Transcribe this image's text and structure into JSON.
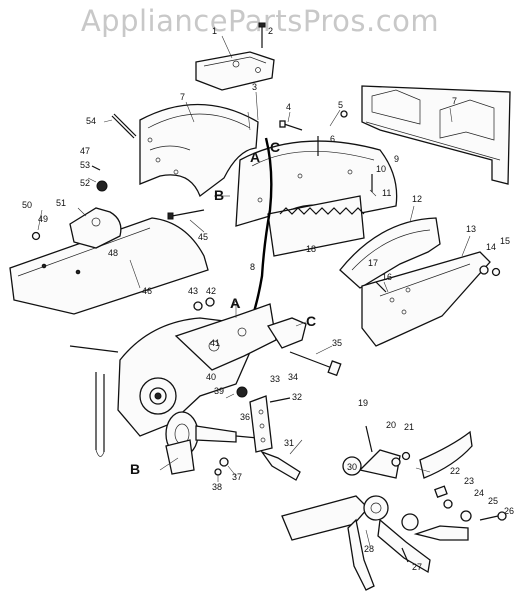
{
  "watermark": "AppliancePartsPros.com",
  "diagram": {
    "letter_callouts": [
      "A",
      "A",
      "B",
      "B",
      "C",
      "C"
    ],
    "part_numbers": [
      "1",
      "2",
      "3",
      "4",
      "5",
      "6",
      "7",
      "7",
      "8",
      "9",
      "10",
      "11",
      "12",
      "13",
      "14",
      "15",
      "16",
      "17",
      "18",
      "19",
      "20",
      "21",
      "22",
      "23",
      "24",
      "25",
      "26",
      "27",
      "28",
      "30",
      "31",
      "32",
      "33",
      "34",
      "35",
      "36",
      "37",
      "38",
      "39",
      "40",
      "41",
      "42",
      "43",
      "45",
      "46",
      "47",
      "48",
      "49",
      "50",
      "51",
      "52",
      "53",
      "54"
    ]
  }
}
